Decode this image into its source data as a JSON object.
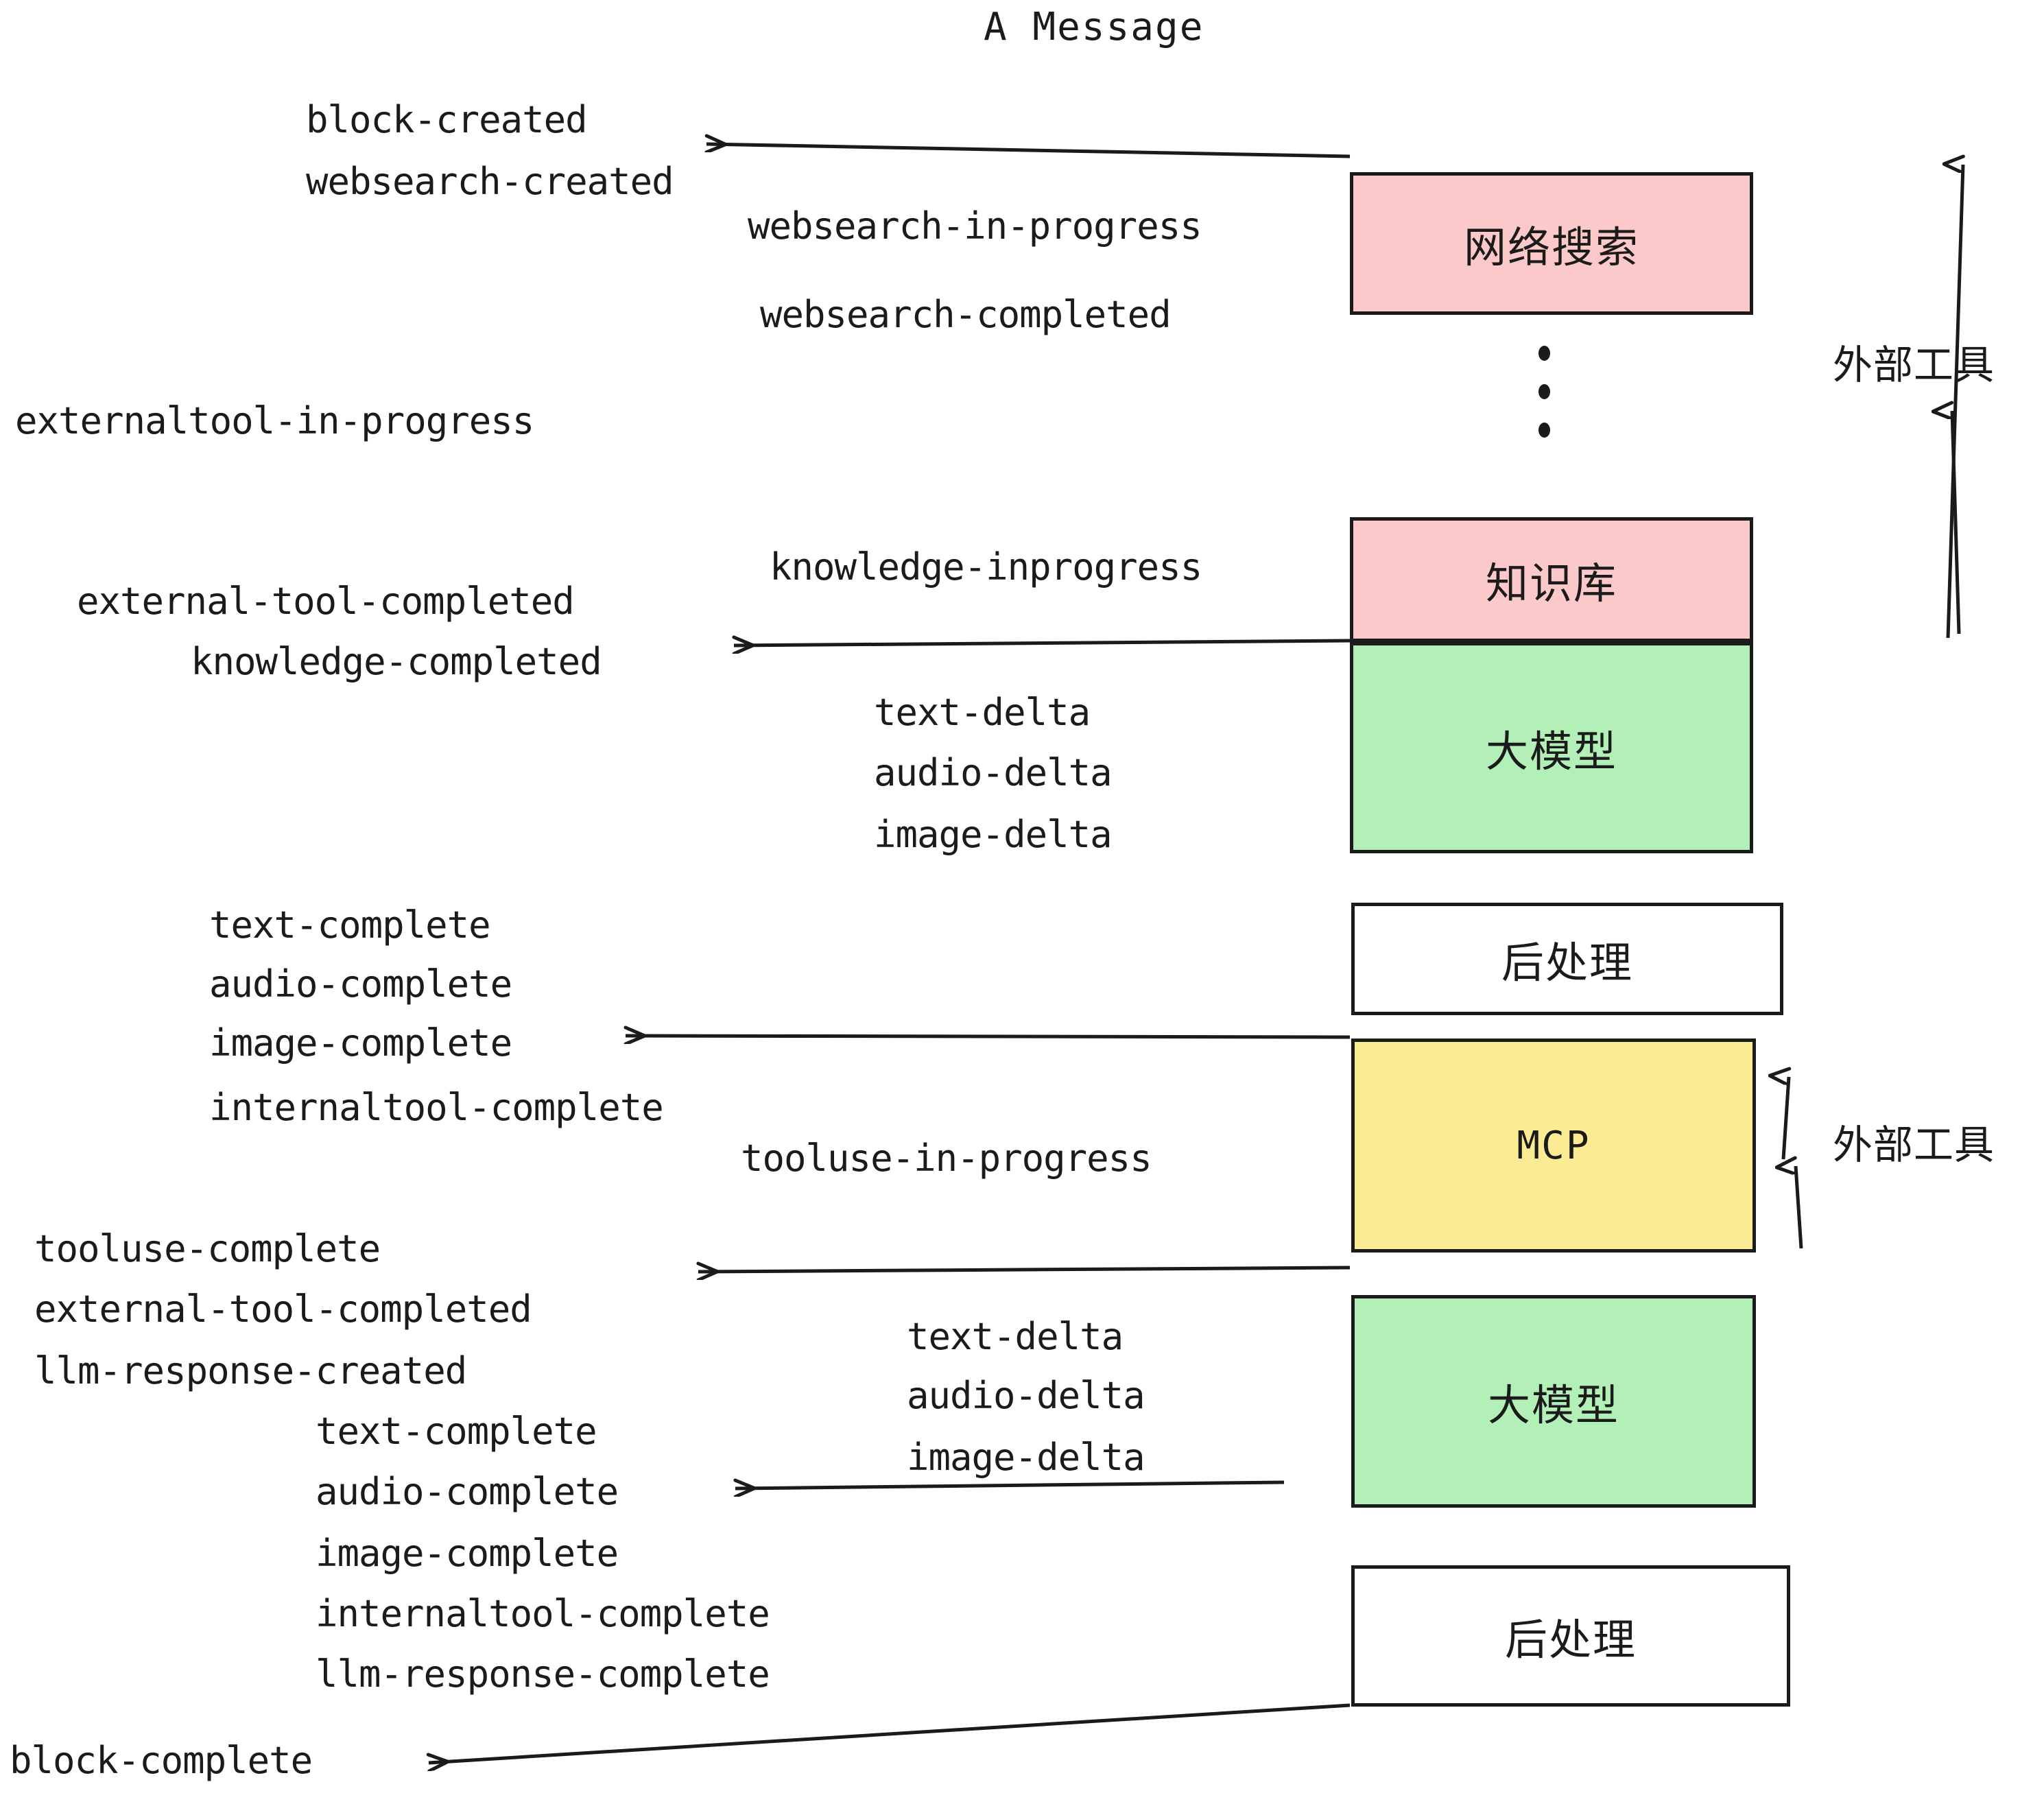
{
  "title": "A Message",
  "colors": {
    "pink": "#FBC9C9",
    "green": "#B3F0B8",
    "yellow": "#FBEB92",
    "white": "#FFFFFF",
    "stroke": "#1B1B1B",
    "background": "#FFFFFF"
  },
  "boxes": [
    {
      "id": "websearch",
      "label": "网络搜索",
      "fill": "#FBC9C9",
      "mono": false
    },
    {
      "id": "knowledge",
      "label": "知识库",
      "fill": "#FBC9C9",
      "mono": false
    },
    {
      "id": "llm-1",
      "label": "大模型",
      "fill": "#B3F0B8",
      "mono": false
    },
    {
      "id": "postprocess-1",
      "label": "后处理",
      "fill": "#FFFFFF",
      "mono": false
    },
    {
      "id": "mcp",
      "label": "MCP",
      "fill": "#FBEB92",
      "mono": true
    },
    {
      "id": "llm-2",
      "label": "大模型",
      "fill": "#B3F0B8",
      "mono": false
    },
    {
      "id": "postprocess-2",
      "label": "后处理",
      "fill": "#FFFFFF",
      "mono": false
    }
  ],
  "side_labels": [
    {
      "id": "external-tools-top",
      "text": "外部工具"
    },
    {
      "id": "external-tools-bottom",
      "text": "外部工具"
    }
  ],
  "events": [
    {
      "id": "block-created",
      "text": "block-created"
    },
    {
      "id": "websearch-created",
      "text": "websearch-created"
    },
    {
      "id": "websearch-in-progress",
      "text": "websearch-in-progress"
    },
    {
      "id": "websearch-completed",
      "text": "websearch-completed"
    },
    {
      "id": "externaltool-in-progress",
      "text": "externaltool-in-progress"
    },
    {
      "id": "knowledge-inprogress",
      "text": "knowledge-inprogress"
    },
    {
      "id": "external-tool-completed-1",
      "text": "external-tool-completed"
    },
    {
      "id": "knowledge-completed",
      "text": "knowledge-completed"
    },
    {
      "id": "text-delta-1",
      "text": "text-delta"
    },
    {
      "id": "audio-delta-1",
      "text": "audio-delta"
    },
    {
      "id": "image-delta-1",
      "text": "image-delta"
    },
    {
      "id": "text-complete-1",
      "text": "text-complete"
    },
    {
      "id": "audio-complete-1",
      "text": "audio-complete"
    },
    {
      "id": "image-complete-1",
      "text": "image-complete"
    },
    {
      "id": "internaltool-complete-1",
      "text": "internaltool-complete"
    },
    {
      "id": "tooluse-in-progress",
      "text": "tooluse-in-progress"
    },
    {
      "id": "tooluse-complete",
      "text": "tooluse-complete"
    },
    {
      "id": "external-tool-completed-2",
      "text": "external-tool-completed"
    },
    {
      "id": "llm-response-created",
      "text": "llm-response-created"
    },
    {
      "id": "text-delta-2",
      "text": "text-delta"
    },
    {
      "id": "audio-delta-2",
      "text": "audio-delta"
    },
    {
      "id": "image-delta-2",
      "text": "image-delta"
    },
    {
      "id": "text-complete-2",
      "text": "text-complete"
    },
    {
      "id": "audio-complete-2",
      "text": "audio-complete"
    },
    {
      "id": "image-complete-2",
      "text": "image-complete"
    },
    {
      "id": "internaltool-complete-2",
      "text": "internaltool-complete"
    },
    {
      "id": "llm-response-complete",
      "text": "llm-response-complete"
    },
    {
      "id": "block-complete",
      "text": "block-complete"
    }
  ]
}
